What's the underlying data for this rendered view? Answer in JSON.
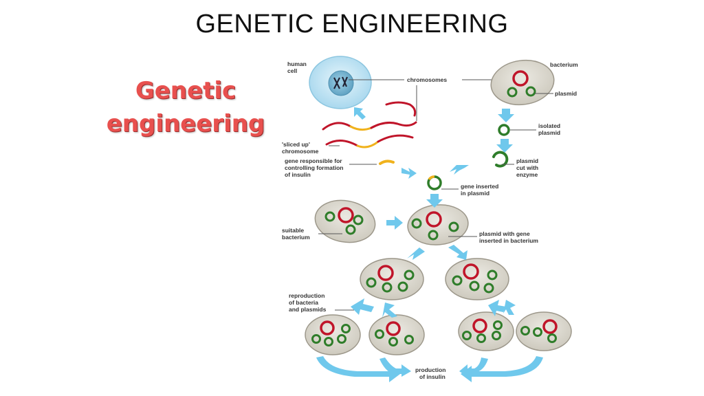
{
  "slide": {
    "title": "GENETIC ENGINEERING",
    "word_art_line1": "Genetic",
    "word_art_line2": "engineering"
  },
  "diagram": {
    "labels": {
      "human_cell_1": "human",
      "human_cell_2": "cell",
      "bacterium": "bacterium",
      "chromosomes": "chromosomes",
      "plasmid": "plasmid",
      "isolated_plasmid_1": "isolated",
      "isolated_plasmid_2": "plasmid",
      "sliced_chromosome_1": "'sliced up'",
      "sliced_chromosome_2": "chromosome",
      "gene_1": "gene responsible for",
      "gene_2": "controlling formation",
      "gene_3": "of insulin",
      "plasmid_cut_1": "plasmid",
      "plasmid_cut_2": "cut with",
      "plasmid_cut_3": "enzyme",
      "gene_inserted_1": "gene inserted",
      "gene_inserted_2": "in plasmid",
      "suitable_bacterium_1": "suitable",
      "suitable_bacterium_2": "bacterium",
      "plasmid_with_gene_1": "plasmid with gene",
      "plasmid_with_gene_2": "inserted in bacterium",
      "reproduction_1": "reproduction",
      "reproduction_2": "of bacteria",
      "reproduction_3": "and plasmids",
      "production_1": "production",
      "production_2": "of insulin"
    },
    "colors": {
      "bacterium_fill": "#d9d6cd",
      "chromosome_red": "#c0152a",
      "plasmid_green": "#2f7d2a",
      "gene_yellow": "#f0b21c",
      "arrow_blue": "#6fc8ec",
      "cell_blue": "#bfe3f2"
    }
  }
}
